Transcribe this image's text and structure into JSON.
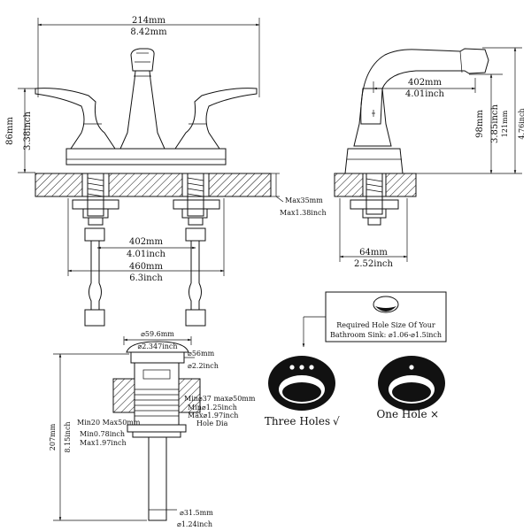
{
  "front_view": {
    "width_mm": "214mm",
    "width_in": "8.42mm",
    "height_mm": "86mm",
    "height_in": "3.38inch",
    "max_mm": "Max35mm",
    "max_in": "Max1.38inch",
    "center_mm": "402mm",
    "center_in": "4.01inch",
    "hose_mm": "460mm",
    "hose_in": "6.3inch"
  },
  "side_view": {
    "reach_mm": "402mm",
    "reach_in": "4.01inch",
    "height_mm": "98mm",
    "height_in": "3.85inch",
    "total_mm": "121mm",
    "total_in": "4.76inch",
    "base_mm": "64mm",
    "base_in": "2.52inch"
  },
  "drain": {
    "cap_mm": "⌀59.6mm",
    "cap_in": "⌀2.347inch",
    "body_mm": "⌀56mm",
    "body_in": "⌀2.2inch",
    "hole_range_mm": "Min⌀37 max⌀50mm",
    "hole_range_in1": "Min⌀1.25inch",
    "hole_range_in2": "Max⌀1.97inch",
    "hole_dia": "Hole Dia",
    "thick_mm": "Min20 Max50mm",
    "thick_in1": "Min0.78inch",
    "thick_in2": "Max1.97inch",
    "length_mm": "207mm",
    "length_in": "8.15inch",
    "tail_mm": "⌀31.5mm",
    "tail_in": "⌀1.24inch"
  },
  "sink_note": {
    "line1": "Required Hole Size Of Your",
    "line2": "Bathroom Sink: ⌀1.06-⌀1.5inch",
    "three_holes": "Three Holes",
    "three_mark": "√",
    "one_hole": "One Hole",
    "one_mark": "×"
  }
}
